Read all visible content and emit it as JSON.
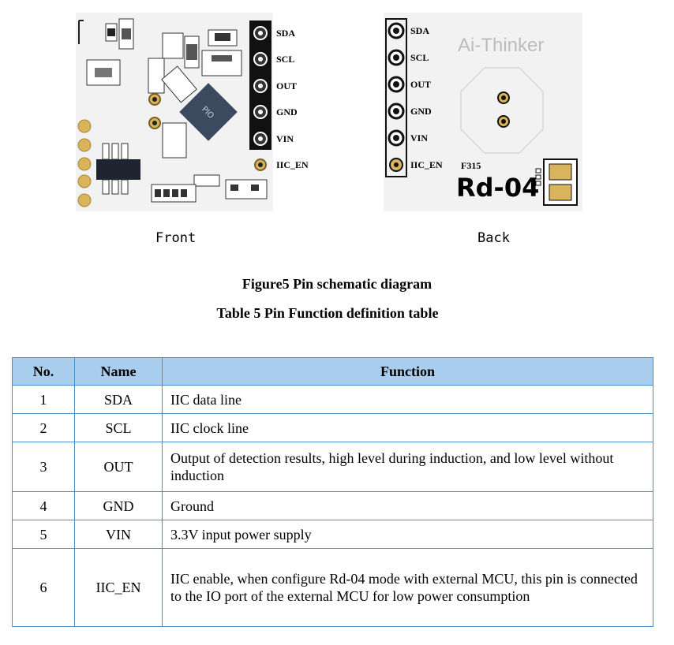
{
  "figure": {
    "front": {
      "caption": "Front",
      "pins": [
        "SDA",
        "SCL",
        "OUT",
        "GND",
        "VIN",
        "IIC_EN"
      ],
      "chip_marking": "PIO"
    },
    "back": {
      "caption": "Back",
      "pins": [
        "SDA",
        "SCL",
        "OUT",
        "GND",
        "VIN",
        "IIC_EN"
      ],
      "brand": "Ai-Thinker",
      "model": "Rd-04",
      "code": "F315"
    },
    "title": "Figure5 Pin schematic diagram"
  },
  "table": {
    "title": "Table 5 Pin Function definition table",
    "headers": [
      "No.",
      "Name",
      "Function"
    ],
    "rows": [
      {
        "no": "1",
        "name": "SDA",
        "function": "IIC data line"
      },
      {
        "no": "2",
        "name": "SCL",
        "function": "IIC clock line"
      },
      {
        "no": "3",
        "name": "OUT",
        "function": "Output of detection results, high level during induction, and low level without induction"
      },
      {
        "no": "4",
        "name": "GND",
        "function": "Ground"
      },
      {
        "no": "5",
        "name": "VIN",
        "function": "3.3V input power supply"
      },
      {
        "no": "6",
        "name": "IIC_EN",
        "function": "IIC enable, when configure Rd-04 mode with external MCU, this pin is connected to the IO port of the external MCU for low power consumption"
      }
    ]
  },
  "colors": {
    "table_border": "#4a8fc9",
    "header_fill": "#a9cdec",
    "board": "#f2f2f2",
    "header_strip": "#111111",
    "pad_gold": "#d9b45a"
  }
}
